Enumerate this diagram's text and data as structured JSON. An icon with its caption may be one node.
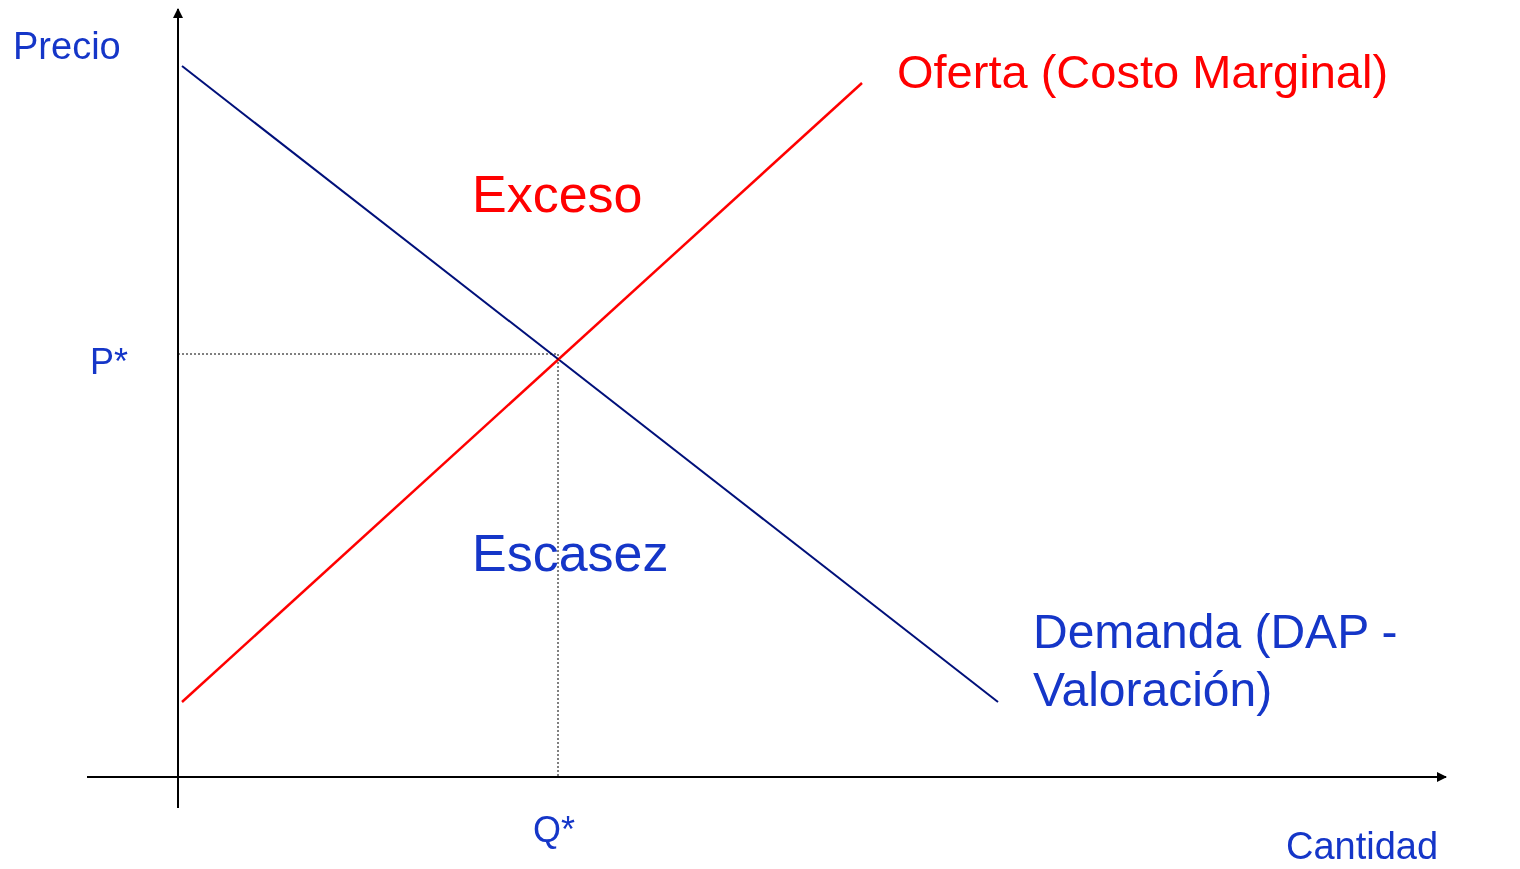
{
  "diagram": {
    "labels": [
      "Precio",
      "Oferta (Costo Marginal)",
      "Exceso",
      "P*",
      "Escasez",
      "Demanda (DAP - Valoración)",
      "Q*",
      "Cantidad"
    ]
  }
}
